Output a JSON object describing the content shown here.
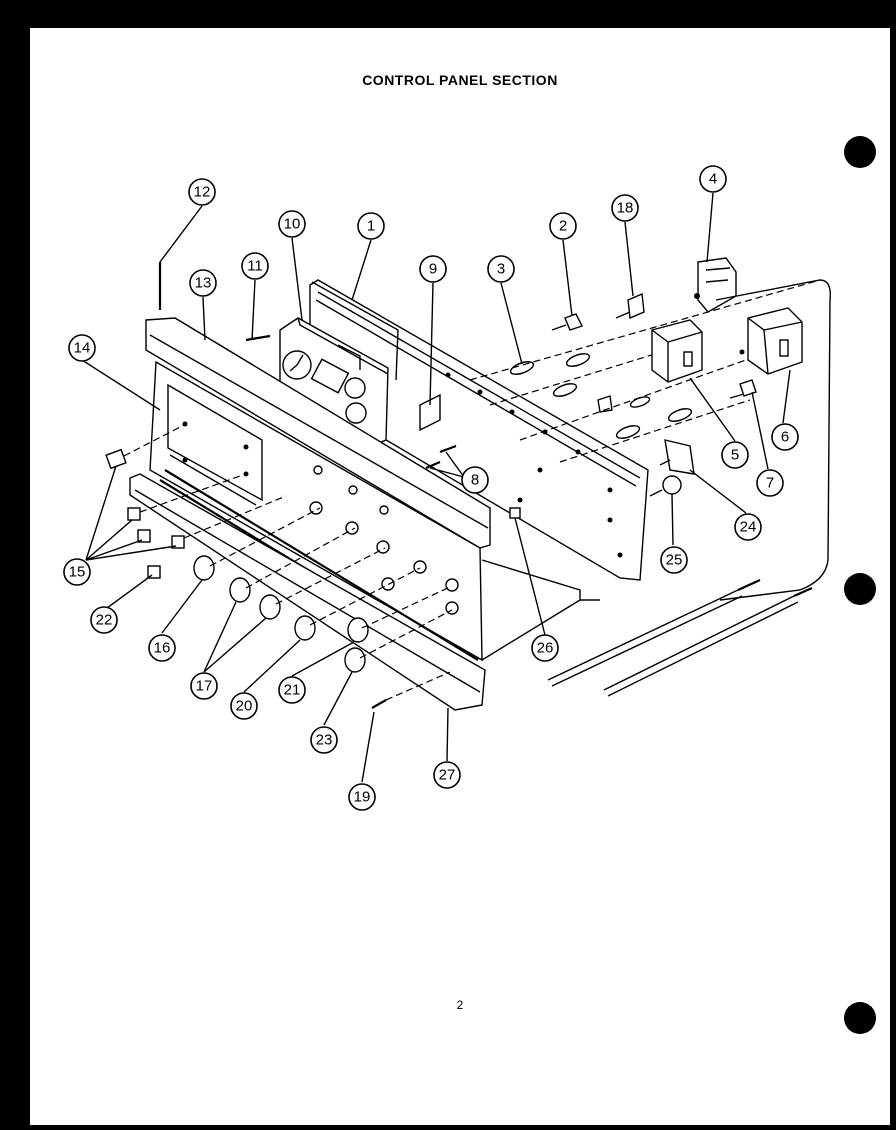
{
  "title": "CONTROL PANEL SECTION",
  "page_number": "2",
  "callouts": [
    "12",
    "10",
    "1",
    "11",
    "13",
    "14",
    "9",
    "3",
    "2",
    "18",
    "4",
    "5",
    "6",
    "7",
    "8",
    "24",
    "25",
    "26",
    "15",
    "22",
    "16",
    "17",
    "20",
    "21",
    "23",
    "19",
    "27"
  ]
}
